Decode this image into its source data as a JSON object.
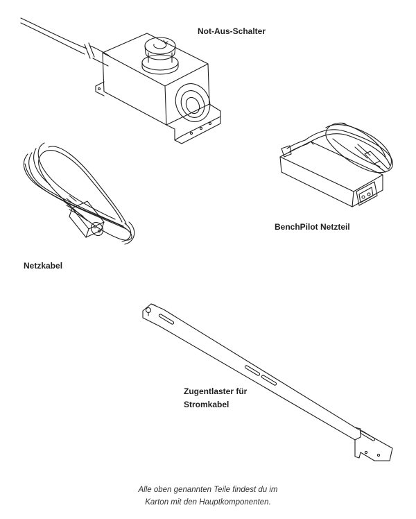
{
  "labels": {
    "estop": "Not-Aus-Schalter",
    "power_cable": "Netzkabel",
    "psu": "BenchPilot Netzteil",
    "strain_relief_line1": "Zugentlaster für",
    "strain_relief_line2": "Stromkabel"
  },
  "caption": {
    "line1": "Alle oben genannten Teile findest du im",
    "line2": "Karton mit den Hauptkomponenten."
  },
  "colors": {
    "line": "#1e1e1e",
    "background": "#ffffff"
  }
}
